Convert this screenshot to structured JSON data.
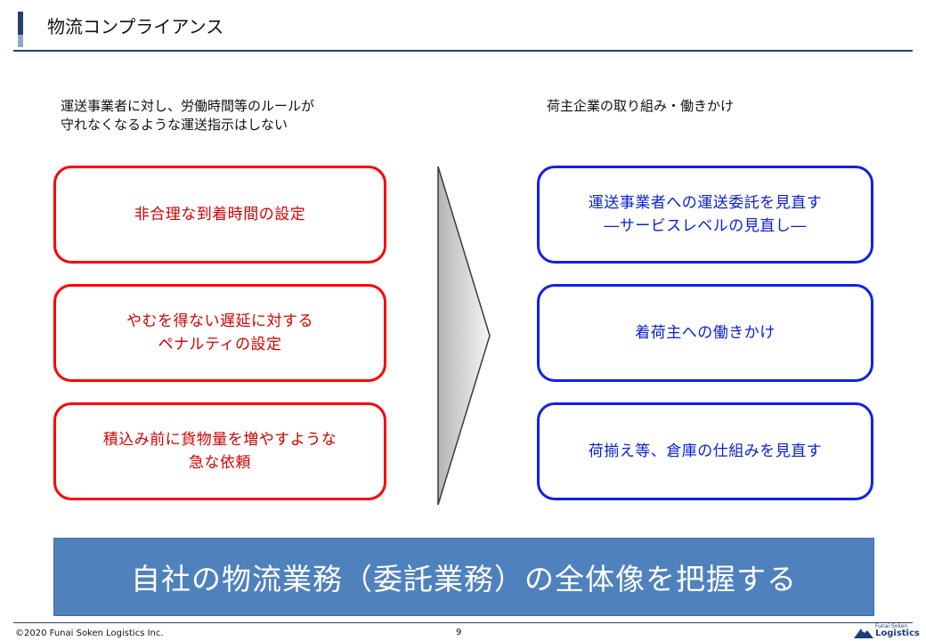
{
  "header": {
    "title": "物流コンプライアンス"
  },
  "left": {
    "caption": "運送事業者に対し、労働時間等のルールが\n守れなくなるような運送指示はしない",
    "items": [
      {
        "label": "非合理な到着時間の設定"
      },
      {
        "label": "やむを得ない遅延に対する\nペナルティの設定"
      },
      {
        "label": "積込み前に貨物量を増やすような\n急な依頼"
      }
    ]
  },
  "right": {
    "caption": "荷主企業の取り組み・働きかけ",
    "items": [
      {
        "label": "運送事業者への運送委託を見直す\n―サービスレベルの見直し―"
      },
      {
        "label": "着荷主への働きかけ"
      },
      {
        "label": "荷揃え等、倉庫の仕組みを見直す"
      }
    ]
  },
  "summary": {
    "text": "自社の物流業務（委託業務）の全体像を把握する"
  },
  "footer": {
    "copyright": "©2020 Funai Soken Logistics Inc.",
    "page_number": "9",
    "logo_sub": "Funai Soken",
    "logo_main": "Logistics"
  },
  "colors": {
    "left_border": "#ff0000",
    "right_border": "#0f21ea",
    "summary_bg": "#4f81bd",
    "title_rule": "#24406a"
  },
  "icons": {
    "arrow": "chevron-right-arrow",
    "logo": "funai-soken-logistics-logo"
  }
}
